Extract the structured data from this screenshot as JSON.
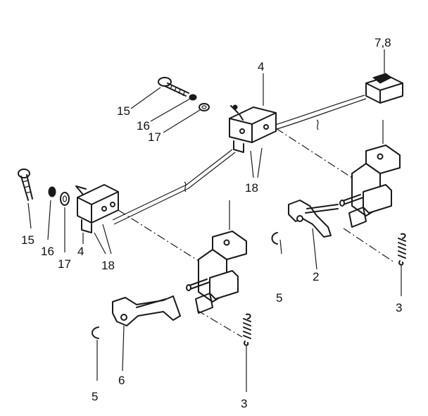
{
  "callouts": {
    "c_7_8": "7,8",
    "c_4_top": "4",
    "c_15_top": "15",
    "c_16_top": "16",
    "c_17_top": "17",
    "c_18_top": "18",
    "c_15_left": "15",
    "c_16_left": "16",
    "c_17_left": "17",
    "c_4_left": "4",
    "c_18_left": "18",
    "c_2": "2",
    "c_5_right": "5",
    "c_3_right": "3",
    "c_6": "6",
    "c_5_left": "5",
    "c_3_left": "3"
  },
  "parts": [
    {
      "id": "connector",
      "icon": "connector-plug-icon"
    },
    {
      "id": "switch-upper",
      "icon": "microswitch-icon"
    },
    {
      "id": "switch-lower",
      "icon": "microswitch-icon"
    },
    {
      "id": "bracket-right",
      "icon": "bracket-icon"
    },
    {
      "id": "bracket-left",
      "icon": "bracket-icon"
    },
    {
      "id": "actuator-lever-2",
      "icon": "lever-icon"
    },
    {
      "id": "actuator-lever-6",
      "icon": "lever-icon"
    },
    {
      "id": "spring-right",
      "icon": "spring-icon"
    },
    {
      "id": "spring-left",
      "icon": "spring-icon"
    },
    {
      "id": "screws",
      "icon": "screw-icon"
    },
    {
      "id": "washers",
      "icon": "washer-icon"
    }
  ]
}
